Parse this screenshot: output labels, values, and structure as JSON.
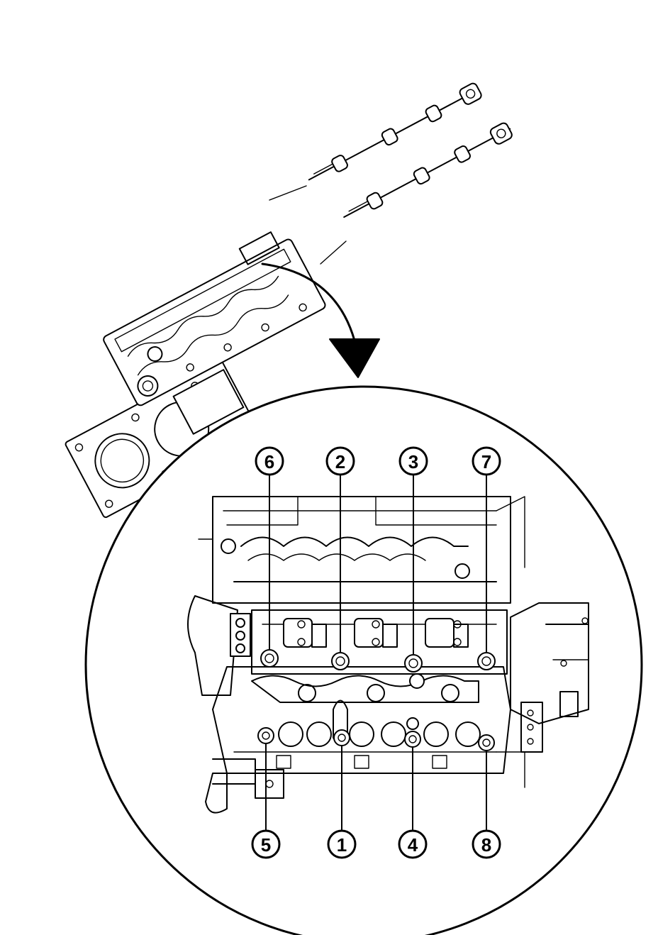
{
  "callouts": {
    "top": [
      {
        "label": "6"
      },
      {
        "label": "2"
      },
      {
        "label": "3"
      },
      {
        "label": "7"
      }
    ],
    "bottom": [
      {
        "label": "5"
      },
      {
        "label": "1"
      },
      {
        "label": "4"
      },
      {
        "label": "8"
      }
    ]
  }
}
